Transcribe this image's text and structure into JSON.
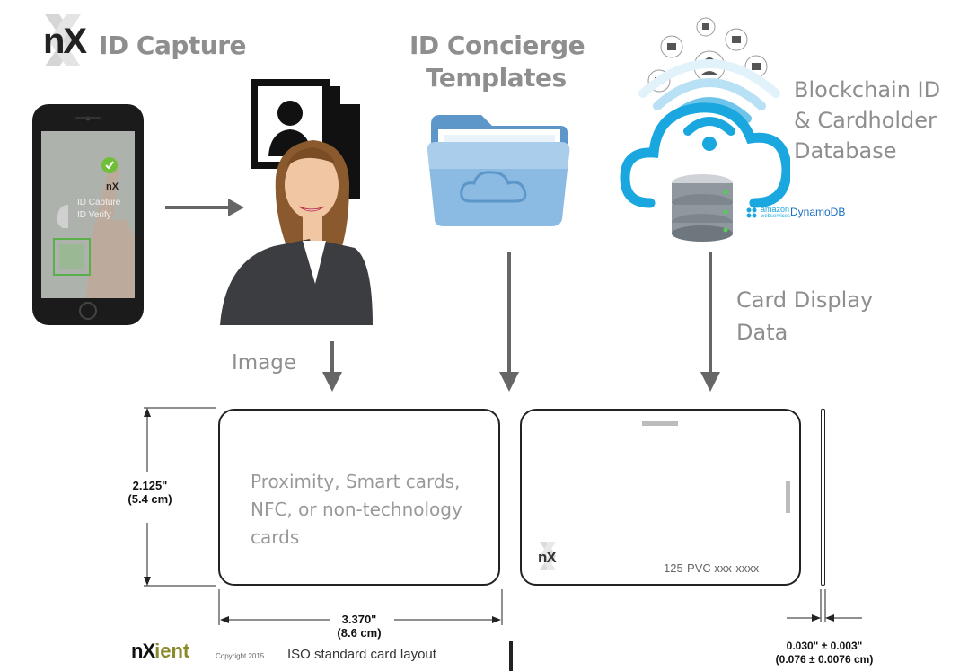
{
  "header": {
    "logo_text": "nX",
    "id_capture_title": "ID Capture",
    "concierge_title_line1": "ID Concierge",
    "concierge_title_line2": "Templates",
    "blockchain_line1": "Blockchain ID",
    "blockchain_line2": "& Cardholder",
    "blockchain_line3": "Database",
    "amazon_label": "amazon",
    "amazon_sub": "webservices",
    "dynamo_label": "DynamoDB"
  },
  "phone": {
    "logo": "nX",
    "line1": "ID Capture",
    "line2": "ID Verify"
  },
  "flow": {
    "image_label": "Image",
    "card_display_line1": "Card Display",
    "card_display_line2": "Data"
  },
  "front_card": {
    "text_line1": "Proximity, Smart cards,",
    "text_line2": "NFC, or non-technology",
    "text_line3": "cards"
  },
  "back_card": {
    "logo": "nX",
    "serial": "125-PVC xxx-xxxx"
  },
  "dimensions": {
    "height_line1": "2.125\"",
    "height_line2": "(5.4 cm)",
    "width_line1": "3.370\"",
    "width_line2": "(8.6 cm)",
    "thickness_line1": "0.030\" ± 0.003\"",
    "thickness_line2": "(0.076 ± 0.0076 cm)"
  },
  "footer": {
    "brand_nx": "nX",
    "brand_ient": "ient",
    "copyright": "Copyright 2015",
    "caption": "ISO standard card layout"
  },
  "colors": {
    "cloud_blue": "#1aa7df",
    "folder_blue": "#7fb3dc",
    "arrow_grey": "#666666",
    "brand_olive": "#8a8a2a"
  }
}
